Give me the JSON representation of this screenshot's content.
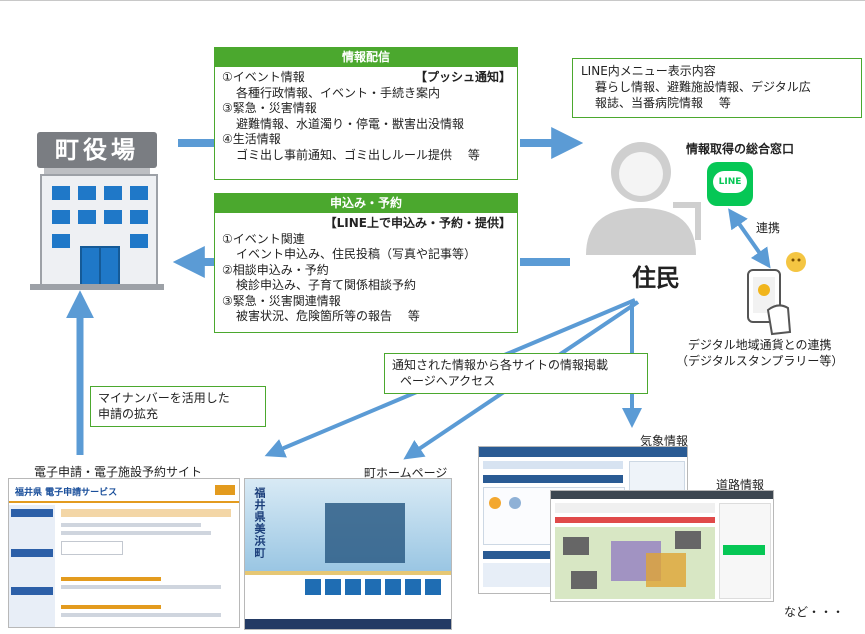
{
  "town_hall": {
    "sign": "町役場"
  },
  "resident": {
    "label": "住民"
  },
  "push_box": {
    "header": "情報配信",
    "tag": "【プッシュ通知】",
    "lines": [
      "①イベント情報",
      "各種行政情報、イベント・手続き案内",
      "③緊急・災害情報",
      "避難情報、水道濁り・停電・獣害出没情報",
      "④生活情報",
      "ゴミ出し事前通知、ゴミ出しルール提供　 等"
    ]
  },
  "apply_box": {
    "header": "申込み・予約",
    "tag": "【LINE上で申込み・予約・提供】",
    "lines": [
      "①イベント関連",
      "イベント申込み、住民投稿（写真や記事等）",
      "②相談申込み・予約",
      "検診申込み、子育て関係相談予約",
      "③緊急・災害関連情報",
      "被害状況、危険箇所等の報告　 等"
    ]
  },
  "line_menu": {
    "title": "LINE内メニュー表示内容",
    "lines": [
      "暮らし情報、避難施設情報、デジタル広",
      "報誌、当番病院情報　 等"
    ]
  },
  "line_window": {
    "label": "情報取得の総合窓口",
    "icon_text": "LINE"
  },
  "renkei": {
    "label": "連携"
  },
  "digital_currency": {
    "lines": [
      "デジタル地域通貨との連携",
      "（デジタルスタンプラリー等）"
    ]
  },
  "access_callout": {
    "lines": [
      "通知された情報から各サイトの情報掲載",
      "ページへアクセス"
    ]
  },
  "mynumber_callout": {
    "lines": [
      "マイナンバーを活用した",
      "申請の拡充"
    ]
  },
  "sites": [
    {
      "label": "電子申請・電子施設予約サイト",
      "header": "福井県 電子申請サービス"
    },
    {
      "label": "町ホームページ",
      "header": "福井県美浜町"
    },
    {
      "label": "気象情報"
    },
    {
      "label": "道路情報"
    }
  ],
  "etc": "など・・・",
  "colors": {
    "arrow": "#5b9bd5",
    "green": "#4ba82e",
    "line_green": "#06c755",
    "icon_gray": "#c9c9c9"
  }
}
